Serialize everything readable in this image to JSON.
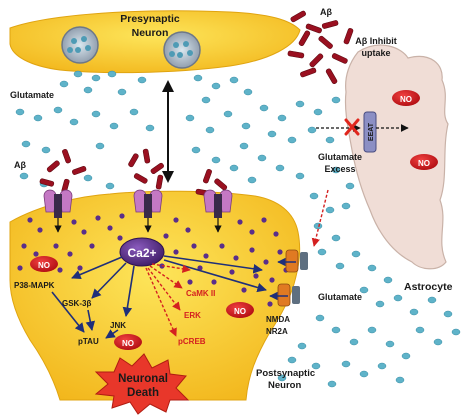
{
  "labels": {
    "presynaptic_line1": "Presynaptic",
    "presynaptic_line2": "Neuron",
    "glutamate_top": "Glutamate",
    "abeta_top": "Aβ",
    "abeta_inhibit_line1": "Aβ Inhibit",
    "abeta_inhibit_line2": "uptake",
    "abeta_left": "Aβ",
    "glutamate_excess_line1": "Glutamate",
    "glutamate_excess_line2": "Excess",
    "eaat": "EEAT",
    "ca": "Ca2+",
    "p38": "P38-MAPK",
    "gsk": "GSK-3β",
    "jnk": "JNK",
    "ptau": "pTAU",
    "camk": "CaMK II",
    "erk": "ERK",
    "pcreb": "pCREB",
    "nmda_line1": "NMDA",
    "nmda_line2": "NR2A",
    "glutamate_right": "Glutamate",
    "astrocyte": "Astrocyte",
    "postsyn_line1": "Postsynaptic",
    "postsyn_line2": "Neuron",
    "death_line1": "Neuronal",
    "death_line2": "Death",
    "no": "NO"
  },
  "colors": {
    "neuron_yellow": "#f6c91f",
    "astrocyte_pink": "#f0ddd6",
    "glutamate_teal": "#5fb3c9",
    "abeta_red": "#9a1020",
    "ca_purple": "#5a2e8a",
    "no_red": "#d0161a",
    "arrow_blue": "#1f2f7a",
    "dashed_red": "#d42020",
    "explosion_red": "#e8372a",
    "receptor_pink": "#c478c4",
    "nmda_orange": "#e07a22"
  }
}
